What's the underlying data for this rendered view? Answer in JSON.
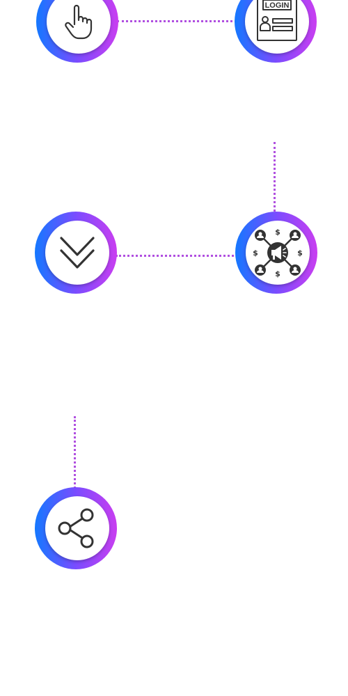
{
  "diagram": {
    "nodes": [
      {
        "id": "click",
        "icon": "hand-pointer-icon"
      },
      {
        "id": "login",
        "icon": "login-form-icon",
        "label": "LOGIN"
      },
      {
        "id": "chevrons",
        "icon": "double-chevron-down-icon"
      },
      {
        "id": "marketing",
        "icon": "affiliate-marketing-icon",
        "currency_symbol": "$"
      },
      {
        "id": "share",
        "icon": "share-icon"
      }
    ],
    "colors": {
      "gradient_start": "#1478ff",
      "gradient_mid": "#7a4cff",
      "gradient_end": "#c93ef0",
      "connector": "#b04fe0",
      "icon_stroke": "#333333"
    }
  }
}
